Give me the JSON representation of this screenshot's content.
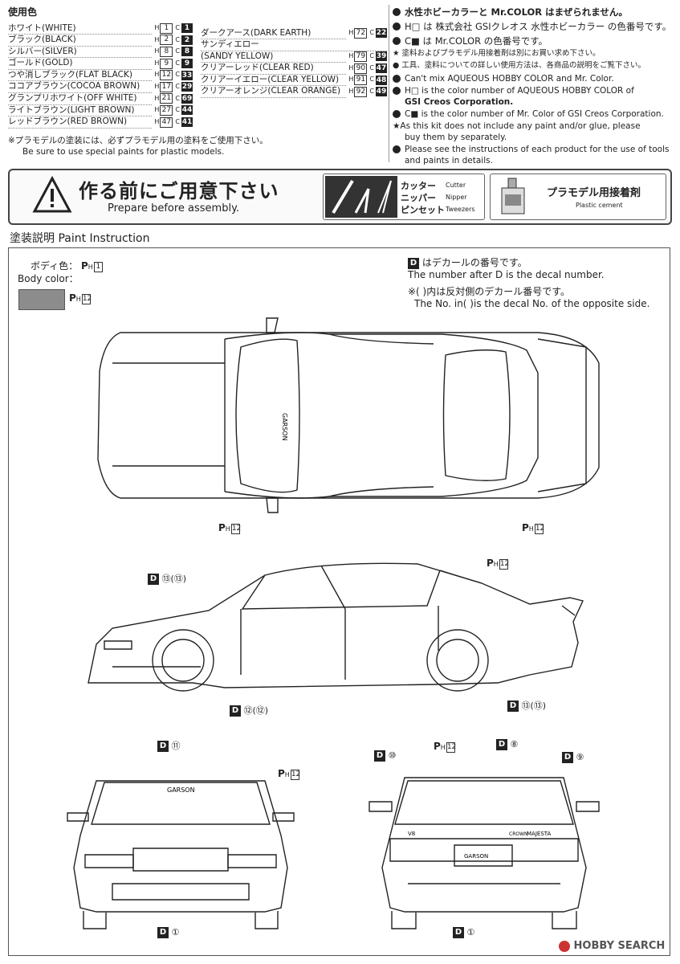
{
  "colors_used": {
    "title": "使用色",
    "left": [
      {
        "name": "ホワイト(WHITE)",
        "h": "1",
        "c": "1"
      },
      {
        "name": "ブラック(BLACK)",
        "h": "2",
        "c": "2"
      },
      {
        "name": "シルバー(SILVER)",
        "h": "8",
        "c": "8"
      },
      {
        "name": "ゴールド(GOLD)",
        "h": "9",
        "c": "9"
      },
      {
        "name": "つや消しブラック(FLAT BLACK)",
        "h": "12",
        "c": "33"
      },
      {
        "name": "ココアブラウン(COCOA BROWN)",
        "h": "17",
        "c": "29"
      },
      {
        "name": "グランプリホワイト(OFF WHITE)",
        "h": "21",
        "c": "69"
      },
      {
        "name": "ライトブラウン(LIGHT BROWN)",
        "h": "27",
        "c": "44"
      },
      {
        "name": "レッドブラウン(RED BROWN)",
        "h": "47",
        "c": "41"
      }
    ],
    "right": [
      {
        "name": "ダークアース(DARK EARTH)",
        "h": "72",
        "c": "22"
      },
      {
        "name": "サンディエロー",
        "h": "",
        "c": ""
      },
      {
        "name": "(SANDY YELLOW)",
        "h": "79",
        "c": "39"
      },
      {
        "name": "クリアーレッド(CLEAR RED)",
        "h": "90",
        "c": "47"
      },
      {
        "name": "クリアーイエロー(CLEAR YELLOW)",
        "h": "91",
        "c": "48"
      },
      {
        "name": "クリアーオレンジ(CLEAR ORANGE)",
        "h": "92",
        "c": "49"
      }
    ],
    "h_letter": "H",
    "c_letter": "C",
    "note_jp": "※プラモデルの塗装には、必ずプラモデル用の塗料をご使用下さい。",
    "note_en": "Be sure to use special paints for plastic models."
  },
  "notices": {
    "jp1": "水性ホビーカラーと Mr.COLOR はまぜられません。",
    "jp2": "H□ は 株式会社 GSIクレオス 水性ホビーカラー の色番号です。",
    "jp3": "C■ は Mr.COLOR の色番号です。",
    "jp4": "★ 塗料およびプラモデル用接着剤は別にお買い求め下さい。",
    "jp5": "● 工具、塗料についての詳しい使用方法は、各商品の説明をご覧下さい。",
    "en1": "Can't mix AQUEOUS HOBBY COLOR and Mr. Color.",
    "en2": "H□ is the color number of AQUEOUS HOBBY COLOR of",
    "en2b": "GSI Creos Corporation.",
    "en3": "C■ is the color number of Mr. Color of GSI Creos Corporation.",
    "en4": "★As this kit does not include any paint and/or glue, please",
    "en4b": "buy them by separately.",
    "en5": "Please see the instructions of each product for the use of tools",
    "en5b": "and paints in details."
  },
  "prepare": {
    "title_jp": "作る前にご用意下さい",
    "title_en": "Prepare before assembly.",
    "tools": [
      {
        "jp": "カッター",
        "en": "Cutter"
      },
      {
        "jp": "ニッパー",
        "en": "Nipper"
      },
      {
        "jp": "ピンセット",
        "en": "Tweezers"
      }
    ],
    "cement_jp": "プラモデル用接着剤",
    "cement_en": "Plastic cement"
  },
  "paint": {
    "section_title": "塗装説明 Paint Instruction",
    "body_color_jp": "ボディ色：",
    "body_color_en": "Body color：",
    "body_code": "1",
    "swatch_code": "12",
    "swatch_color": "#8c8c8c",
    "decal_note_jp": "はデカールの番号です。",
    "decal_note_en": "The number after D is the decal number.",
    "opp_note_jp": "※(  )内は反対側のデカール番号です。",
    "opp_note_en": "The No. in(  )is the decal No. of the opposite side."
  },
  "callouts": {
    "ph_letter": "P",
    "h_letter": "H",
    "d_letter": "D",
    "top_left_ph": "12",
    "top_right_ph": "12",
    "side_rear_ph": "12",
    "side_d_front": "⑬(⑬)",
    "side_d_sill": "⑫(⑫)",
    "side_d_rear": "⑬(⑬)",
    "front_d_top": "⑪",
    "front_ph": "12",
    "front_d_bottom": "①",
    "rear_d_10": "⑩",
    "rear_ph": "12",
    "rear_d_8": "⑧",
    "rear_d_9": "⑨",
    "rear_d_bottom": "①"
  },
  "car_text": {
    "v8": "V8",
    "crown": "CROWN",
    "majesta": "MAJESTA",
    "garson": "GARSON"
  },
  "watermark": "HOBBY SEARCH"
}
